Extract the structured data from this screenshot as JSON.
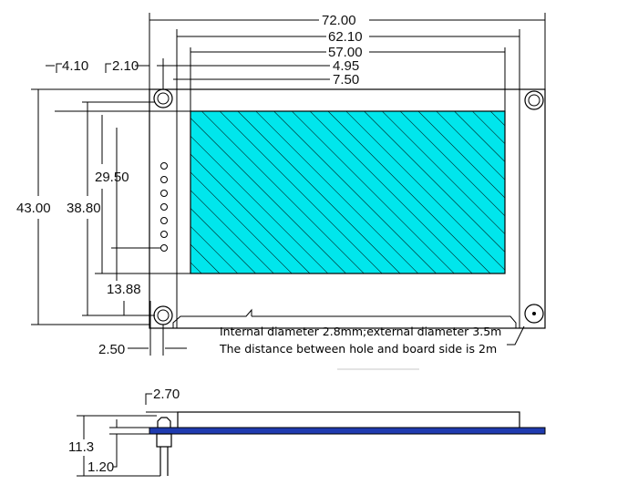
{
  "top_dims": {
    "overall_width": "72.00",
    "pcb_inner_width": "62.10",
    "display_width": "57.00",
    "offset_a": "4.95",
    "offset_b": "7.50"
  },
  "left_dims": {
    "hole_edge_offset": "4.10",
    "hole_center_offset": "2.10",
    "overall_height": "43.00",
    "hole_spacing": "38.80",
    "display_height": "29.50",
    "pin_offset": "13.88",
    "hole_bottom_offset": "2.50"
  },
  "notes": {
    "hole_diameter": "Internal diameter 2.8mm;external diameter 3.5m",
    "hole_distance": "The distance between hole and board side is 2m"
  },
  "side_view": {
    "pin_width": "2.70",
    "total_height": "11.3",
    "board_thickness": "1.20"
  },
  "colors": {
    "display_fill": "#00e6ec",
    "board_side": "#1f3bb0",
    "line": "#000000"
  }
}
